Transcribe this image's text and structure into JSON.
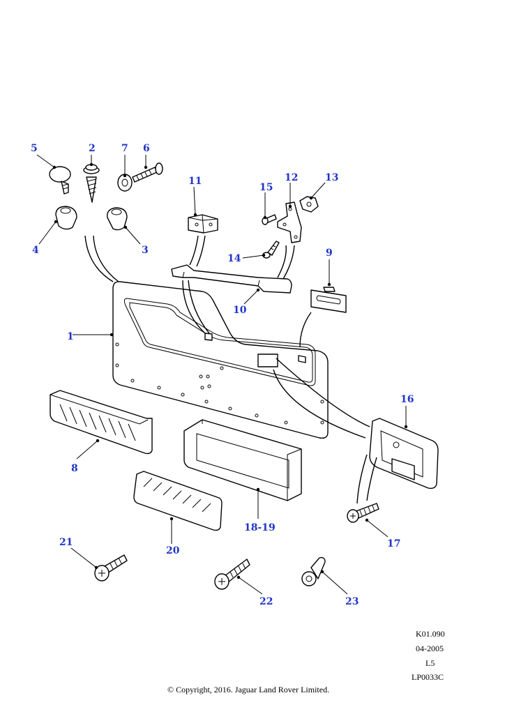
{
  "callouts": {
    "c1": "1",
    "c2": "2",
    "c3": "3",
    "c4": "4",
    "c5": "5",
    "c6": "6",
    "c7": "7",
    "c8": "8",
    "c9": "9",
    "c10": "10",
    "c11": "11",
    "c12": "12",
    "c13": "13",
    "c14": "14",
    "c15": "15",
    "c16": "16",
    "c17": "17",
    "c18": "18-19",
    "c20": "20",
    "c21": "21",
    "c22": "22",
    "c23": "23"
  },
  "colors": {
    "callout": "#1f35c8",
    "line": "#000000"
  },
  "reference": {
    "code": "K01.090",
    "date": "04-2005",
    "level": "L5",
    "illustration": "LP0033C"
  },
  "copyright": "© Copyright, 2016. Jaguar Land Rover Limited."
}
